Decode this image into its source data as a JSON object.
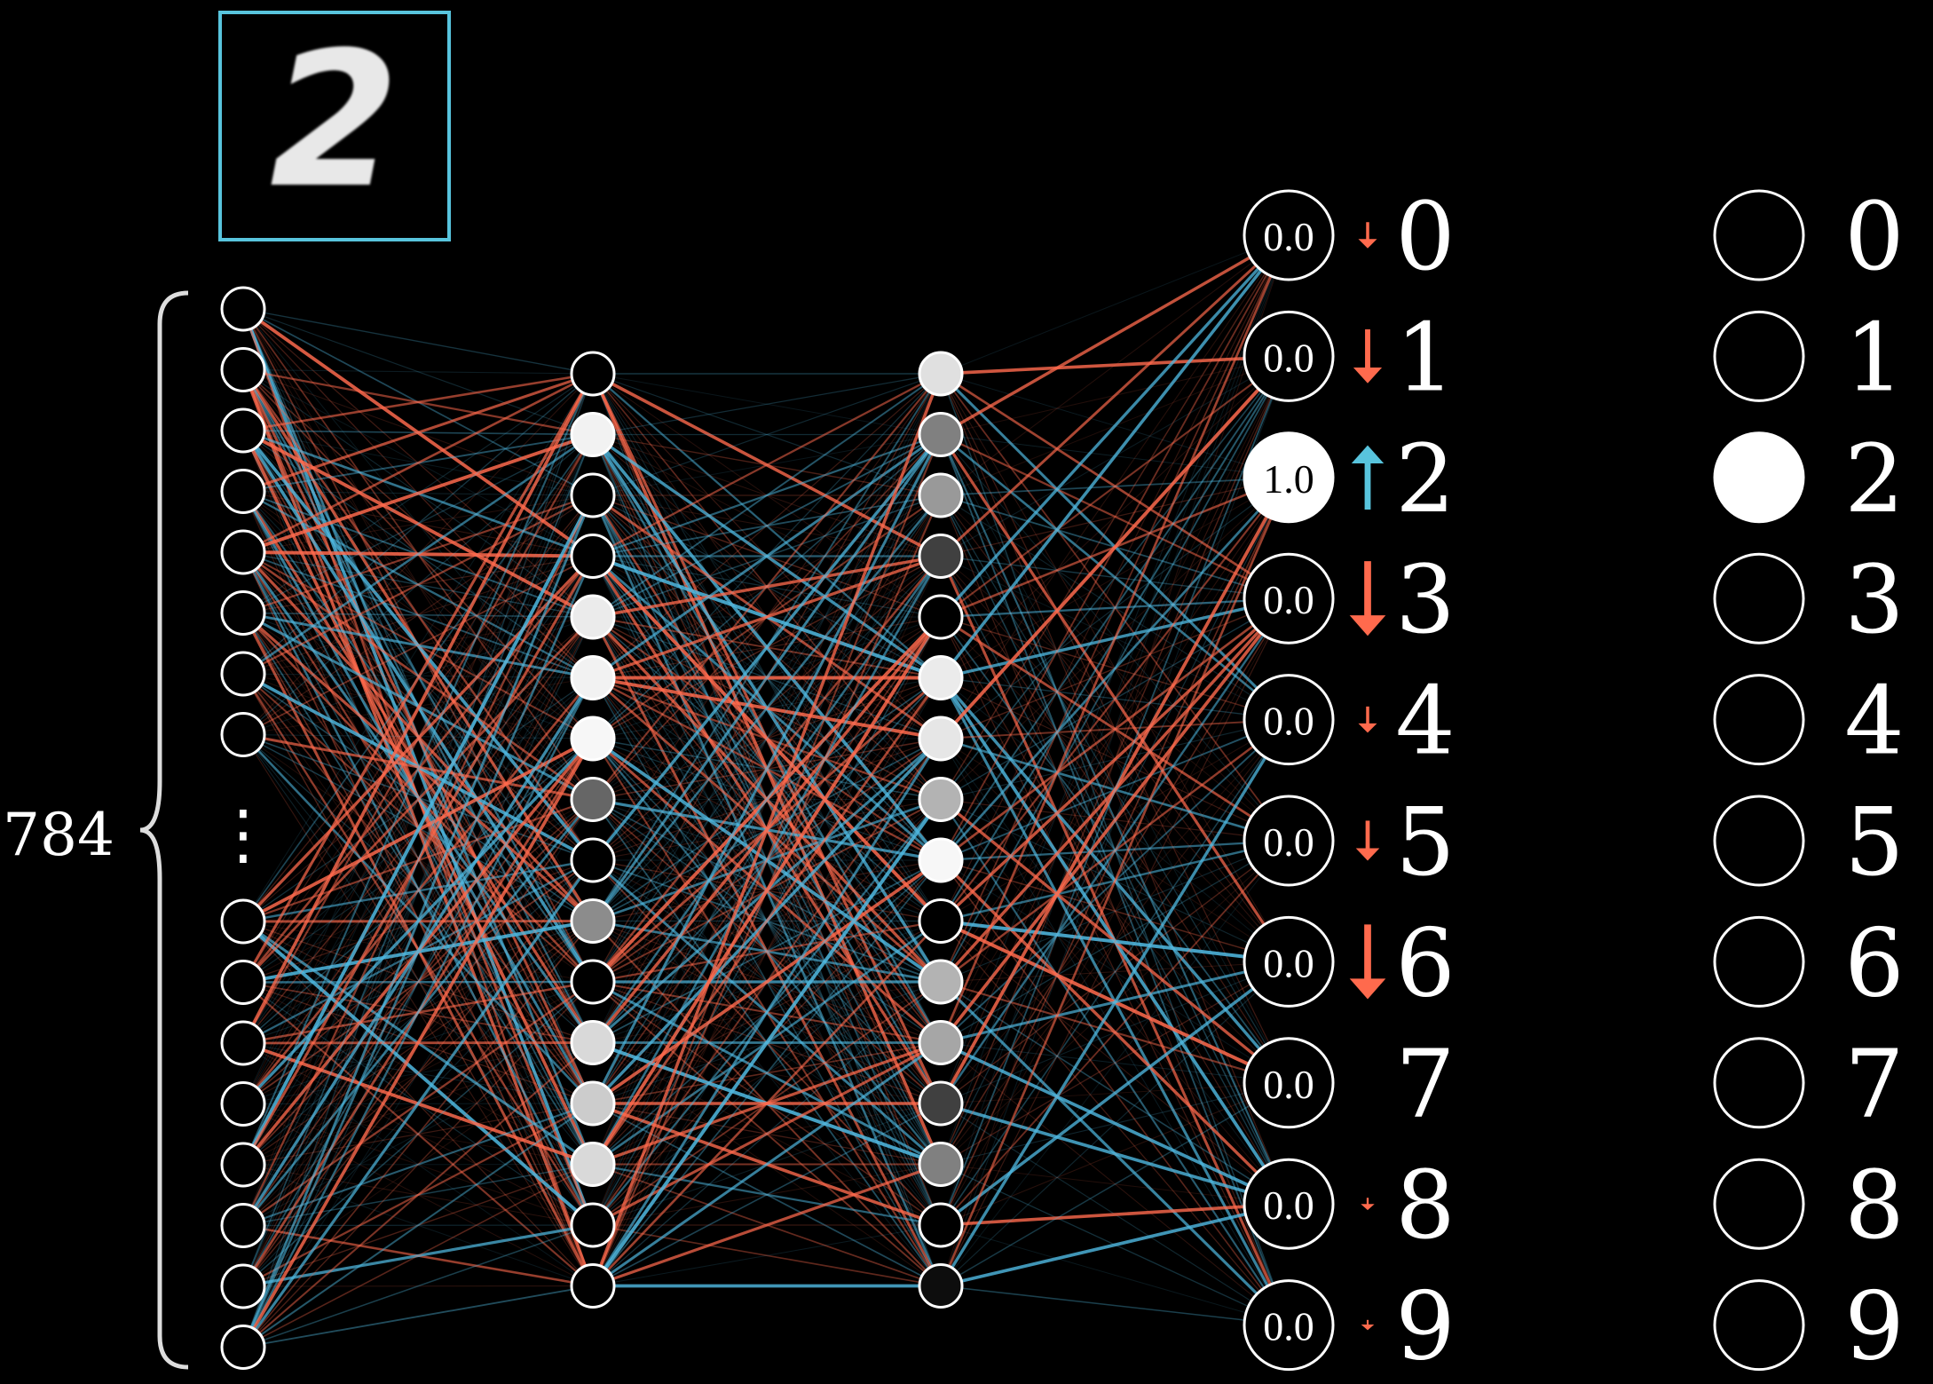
{
  "input_digit": "2",
  "input_count_label": "784",
  "input_ellipsis": "⋮",
  "input_layer": {
    "upper_count": 8,
    "lower_count": 8
  },
  "hidden_layer_1": {
    "activations": [
      0.0,
      0.95,
      0.0,
      0.0,
      0.92,
      0.95,
      0.97,
      0.4,
      0.0,
      0.55,
      0.0,
      0.85,
      0.8,
      0.85,
      0.0,
      0.0
    ]
  },
  "hidden_layer_2": {
    "activations": [
      0.88,
      0.5,
      0.6,
      0.25,
      0.0,
      0.92,
      0.9,
      0.7,
      0.97,
      0.0,
      0.7,
      0.65,
      0.25,
      0.5,
      0.0,
      0.05
    ]
  },
  "output_layer": {
    "values": [
      "0.0",
      "0.0",
      "1.0",
      "0.0",
      "0.0",
      "0.0",
      "0.0",
      "0.0",
      "0.0",
      "0.0"
    ],
    "activations": [
      0.0,
      0.0,
      1.0,
      0.0,
      0.0,
      0.0,
      0.0,
      0.0,
      0.0,
      0.0
    ],
    "labels": [
      "0",
      "1",
      "2",
      "3",
      "4",
      "5",
      "6",
      "7",
      "8",
      "9"
    ],
    "nudges": [
      {
        "direction": "down",
        "strength": 0.25
      },
      {
        "direction": "down",
        "strength": 0.65
      },
      {
        "direction": "up",
        "strength": 0.8
      },
      {
        "direction": "down",
        "strength": 0.95
      },
      {
        "direction": "down",
        "strength": 0.25
      },
      {
        "direction": "down",
        "strength": 0.45
      },
      {
        "direction": "down",
        "strength": 0.95
      },
      {
        "direction": "none",
        "strength": 0.0
      },
      {
        "direction": "down",
        "strength": 0.05
      },
      {
        "direction": "down",
        "strength": 0.02
      }
    ]
  },
  "target_layer": {
    "labels": [
      "0",
      "1",
      "2",
      "3",
      "4",
      "5",
      "6",
      "7",
      "8",
      "9"
    ],
    "activations": [
      0,
      0,
      1,
      0,
      0,
      0,
      0,
      0,
      0,
      0
    ]
  },
  "colors": {
    "background": "#000000",
    "negative_weight": "#ff6a4d",
    "positive_weight": "#4fb8e0",
    "node_stroke": "#ffffff",
    "input_frame": "#58c4dd",
    "nudge_down": "#ff6a4d",
    "nudge_up": "#58c4dd"
  }
}
